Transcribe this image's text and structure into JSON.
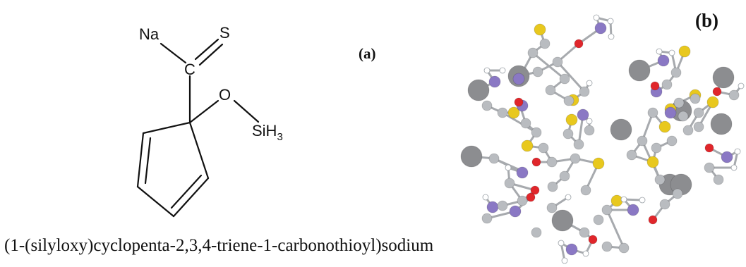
{
  "panel_a": {
    "label": "(a)",
    "atoms": {
      "na": "Na",
      "s": "S",
      "c": "C",
      "o": "O",
      "si": "SiH",
      "si_sub": "3"
    },
    "caption": "(1-(silyloxy)cyclopenta-2,3,4-triene-1-carbonothioyl)sodium"
  },
  "panel_b": {
    "label": "(b)"
  },
  "colors": {
    "carbon": "#b9bcc0",
    "hydrogen": "#ffffff",
    "oxygen": "#e0262b",
    "nitrogen": "#8a78c4",
    "sulfur": "#e8c81e",
    "sodium": "#8c8d90",
    "bond": "#a7aaae"
  }
}
